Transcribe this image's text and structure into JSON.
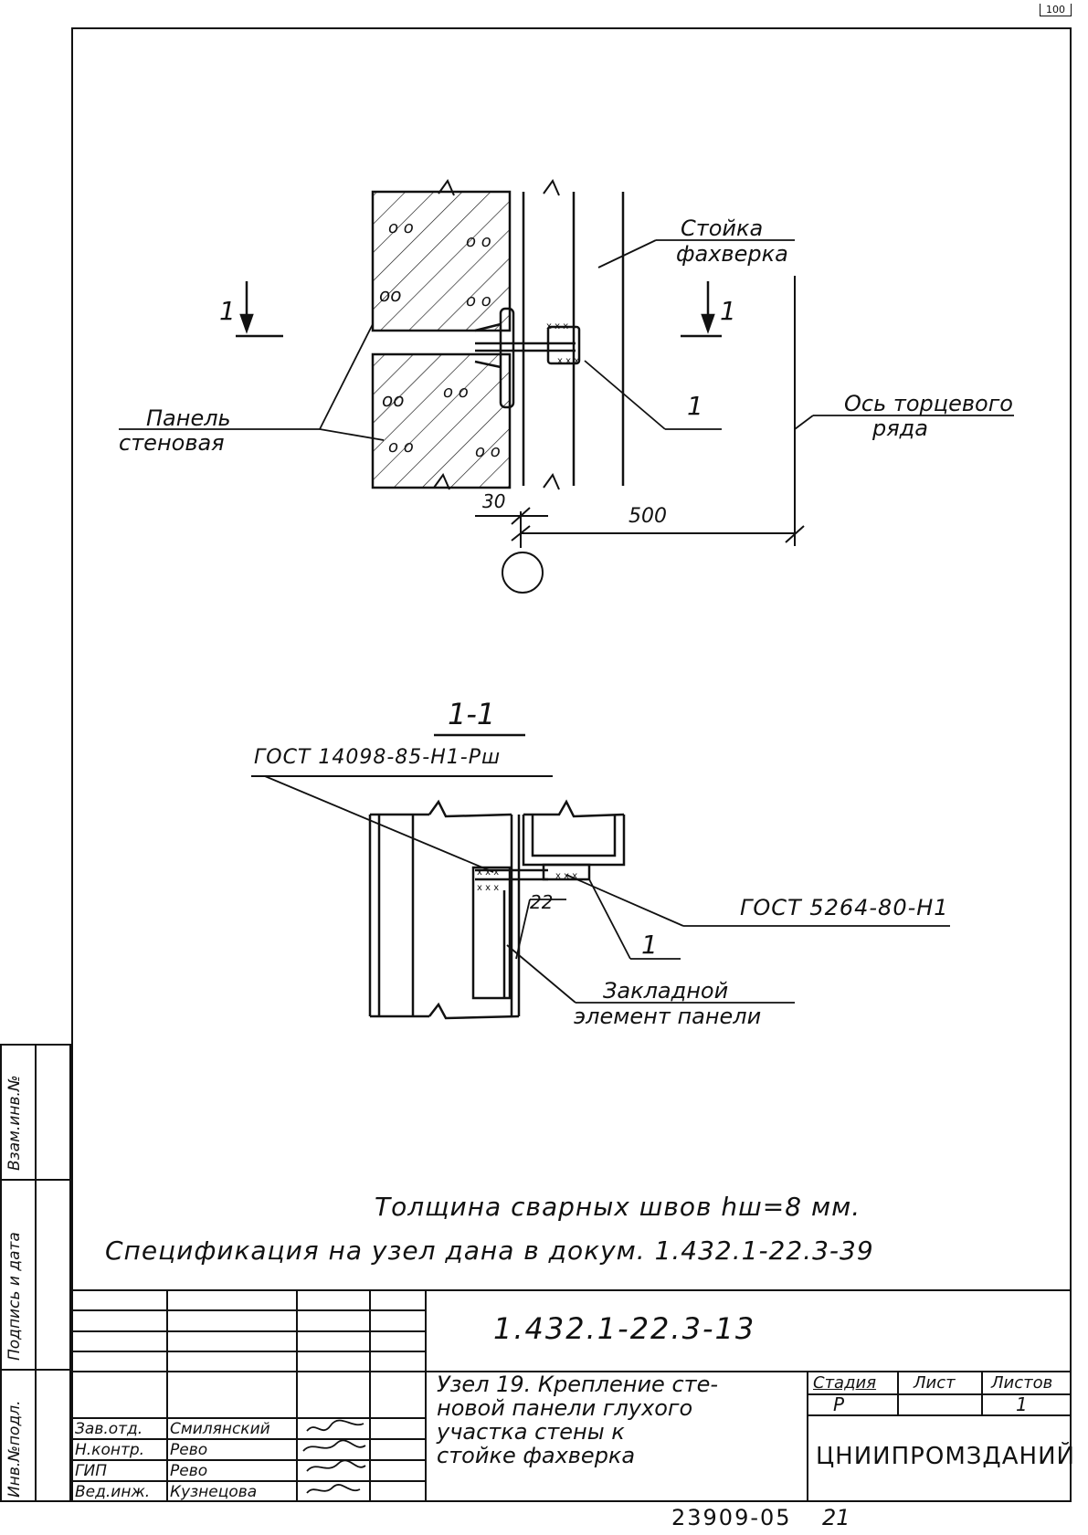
{
  "sheet": {
    "corner_mark": "100"
  },
  "plan": {
    "label_column": "Стойка фахверка",
    "label_column_line1": "Стойка",
    "label_column_line2": "фахверка",
    "label_panel_line1": "Панель",
    "label_panel_line2": "стеновая",
    "label_axis_line1": "Ось торцевого",
    "label_axis_line2": "ряда",
    "callout_1": "1",
    "section_mark_left": "1",
    "section_mark_right": "1",
    "dim_30": "30",
    "dim_500": "500"
  },
  "section": {
    "title": "1-1",
    "gost_top": "ГОСТ 14098-85-Н1-Рш",
    "gost_right": "ГОСТ 5264-80-Н1",
    "dim_22": "22",
    "callout_1": "1",
    "label_embed_line1": "Закладной",
    "label_embed_line2": "элемент панели"
  },
  "notes": {
    "line1": "Толщина сварных швов hш=8 мм.",
    "line2": "Спецификация на узел дана в докум. 1.432.1-22.3-39"
  },
  "side_stamp": {
    "col1": "Взам.инв.№",
    "col2": "Подпись и дата",
    "col3": "Инв.№подл."
  },
  "title_block": {
    "doc_number": "1.432.1-22.3-13",
    "title_line1": "Узел 19. Крепление сте-",
    "title_line2": "новой панели глухого",
    "title_line3": "участка стены к",
    "title_line4": "стойке фахверка",
    "org": "ЦНИИПРОМЗДАНИЙ",
    "stage_h": "Стадия",
    "sheet_h": "Лист",
    "sheets_h": "Листов",
    "stage": "Р",
    "sheets": "1",
    "rows": [
      {
        "role": "Зав.отд.",
        "name": "Смилянский"
      },
      {
        "role": "Н.контр.",
        "name": "Рево"
      },
      {
        "role": "ГИП",
        "name": "Рево"
      },
      {
        "role": "Вед.инж.",
        "name": "Кузнецова"
      }
    ]
  },
  "footer": {
    "code": "23909-05",
    "page": "21"
  }
}
